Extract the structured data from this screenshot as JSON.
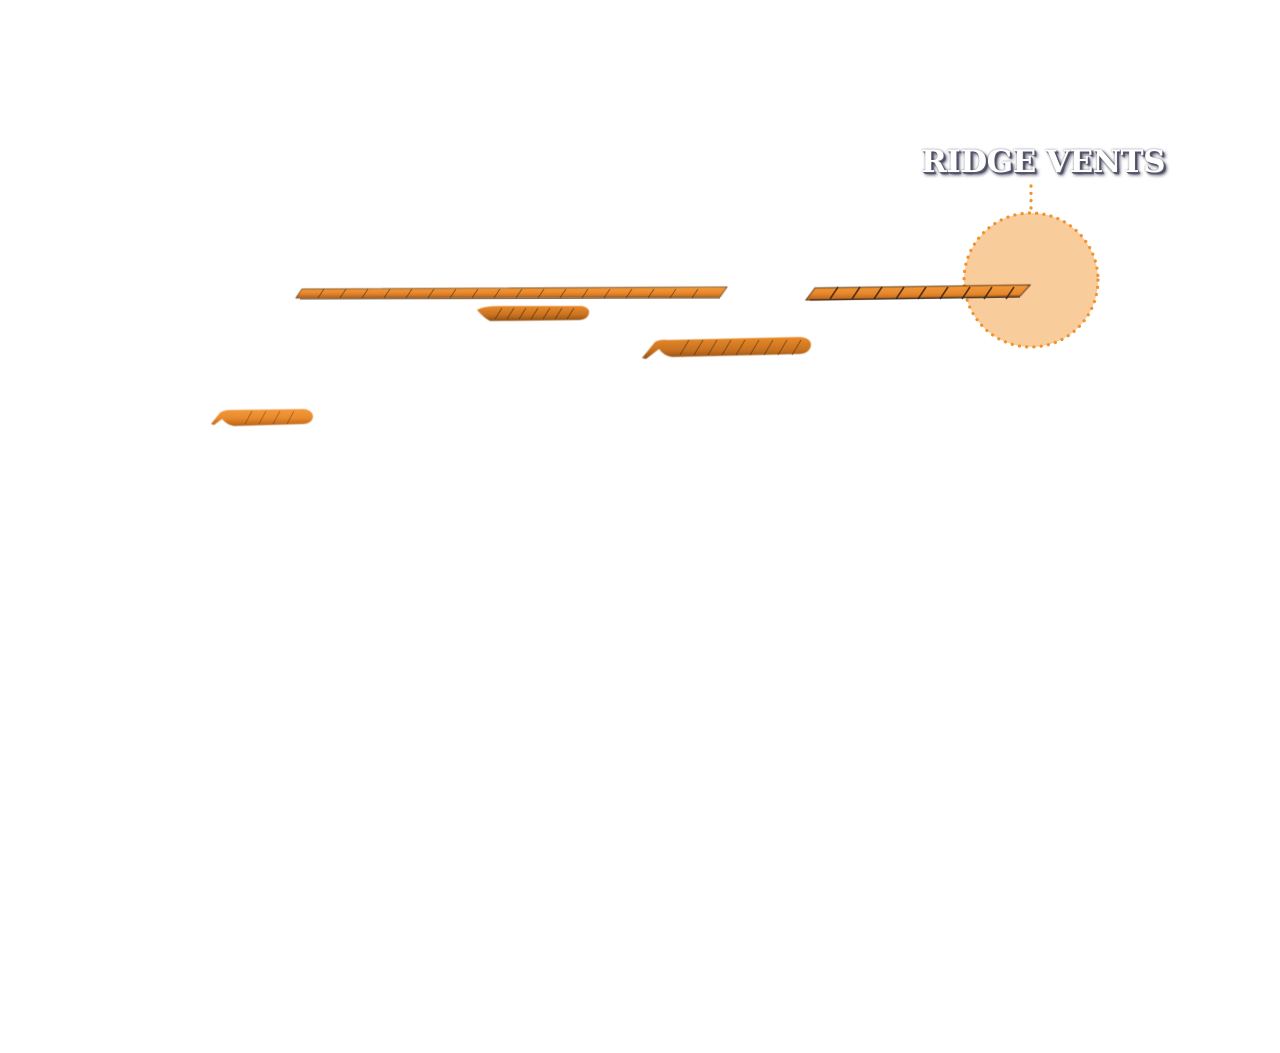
{
  "callout": {
    "label": "RIDGE VENTS",
    "icon": "magnifier-circle"
  },
  "colors": {
    "background": "#ffffff",
    "vent_orange": "#e8892c",
    "vent_dark": "#b8621a",
    "vent_hatch": "#3a2410",
    "callout_fill": "#f9cc9c",
    "callout_dots": "#f0922e",
    "label_text": "#ffffff",
    "label_shadow": "#4a4a60"
  },
  "vents": [
    {
      "name": "ridge-vent-main-long",
      "style": "flat-hatched"
    },
    {
      "name": "ridge-vent-right",
      "style": "flat-hatched"
    },
    {
      "name": "ridge-vent-center-short",
      "style": "rounded"
    },
    {
      "name": "ridge-vent-center-right",
      "style": "rounded-peaked"
    },
    {
      "name": "ridge-vent-left-small",
      "style": "rounded-peaked"
    }
  ]
}
